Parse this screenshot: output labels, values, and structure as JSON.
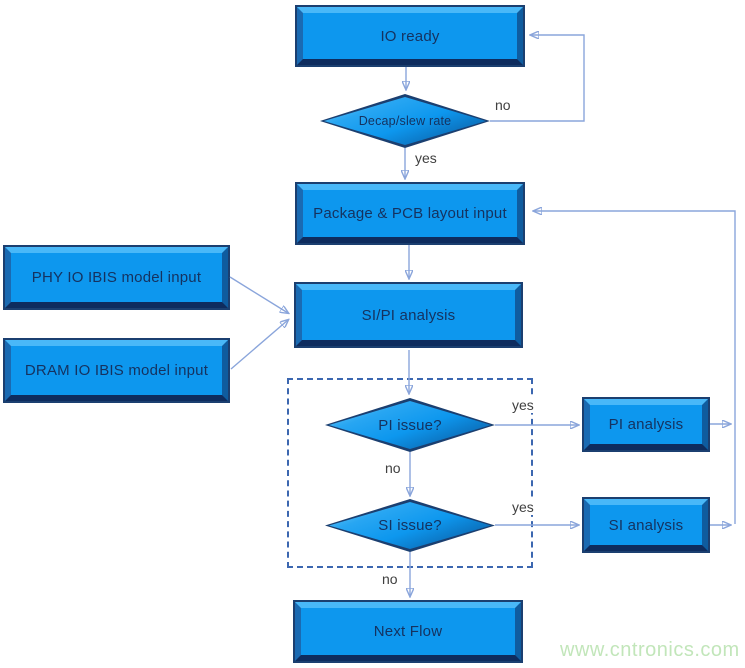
{
  "diagram": {
    "nodes": {
      "io_ready": {
        "label": "IO ready"
      },
      "decap": {
        "label": "Decap/slew rate"
      },
      "package": {
        "label": "Package & PCB layout input"
      },
      "phy": {
        "label": "PHY IO IBIS model input"
      },
      "dram": {
        "label": "DRAM IO IBIS model input"
      },
      "sipi": {
        "label": "SI/PI analysis"
      },
      "pi_issue": {
        "label": "PI issue?"
      },
      "si_issue": {
        "label": "SI issue?"
      },
      "pi_analysis": {
        "label": "PI analysis"
      },
      "si_analysis": {
        "label": "SI analysis"
      },
      "next_flow": {
        "label": "Next Flow"
      }
    },
    "edges": {
      "decap_no": "no",
      "decap_yes": "yes",
      "pi_yes": "yes",
      "pi_no": "no",
      "si_yes": "yes",
      "si_no": "no"
    },
    "colors": {
      "node_fill": "#0d97ee",
      "node_border": "#1b3f70",
      "bevel_highlight": "#49b8f8",
      "bevel_shadow": "#0e2c5e",
      "connector_line": "#8aa5db",
      "arrowhead": "#4170c4",
      "node_text": "#15325f",
      "edge_label_text": "#404040",
      "dashed_frame": "#3c67b0",
      "watermark_text": "#c2e6ba"
    },
    "watermark": "www.cntronics.com"
  }
}
